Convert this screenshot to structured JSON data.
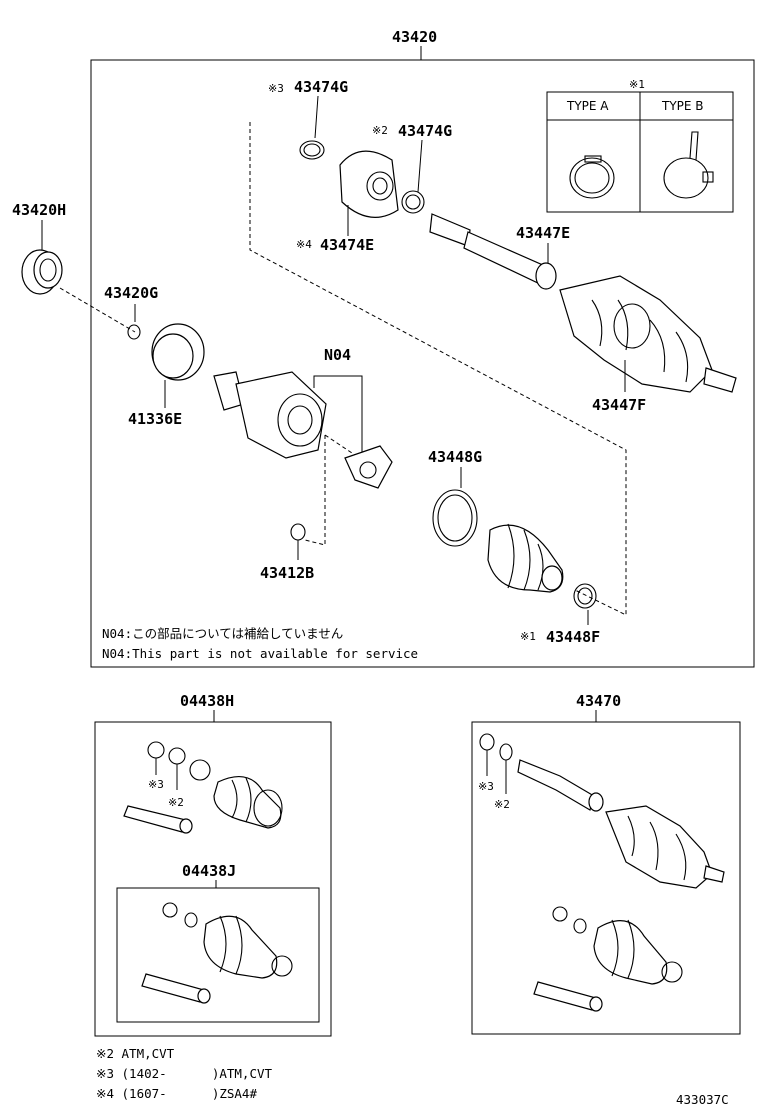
{
  "assembly_number": "43420",
  "type_box": {
    "mark": "※1",
    "type_a": "TYPE A",
    "type_b": "TYPE B"
  },
  "callouts": {
    "p43474G_prefix": "※3",
    "p43474G": "43474G",
    "p43474G2_prefix": "※2",
    "p43474G2": "43474G",
    "p43474E_prefix": "※4",
    "p43474E": "43474E",
    "p43420H": "43420H",
    "p43420G": "43420G",
    "p41336E": "41336E",
    "pN04": "N04",
    "p43447E": "43447E",
    "p43447F": "43447F",
    "p43448G": "43448G",
    "p43412B": "43412B",
    "p43448F_prefix": "※1",
    "p43448F": "43448F"
  },
  "notes": {
    "n04_jp": "N04:この部品については補給していません",
    "n04_en": "N04:This part is not available for service"
  },
  "kit_left": {
    "number": "04438H",
    "inner_number": "04438J",
    "mark3": "※3",
    "mark2": "※2"
  },
  "kit_right": {
    "number": "43470",
    "mark3": "※3",
    "mark2": "※2"
  },
  "footnotes": [
    "※2 ATM,CVT",
    "※3 (1402-      )ATM,CVT",
    "※4 (1607-      )ZSA4#"
  ],
  "illustration_code": "433037C"
}
